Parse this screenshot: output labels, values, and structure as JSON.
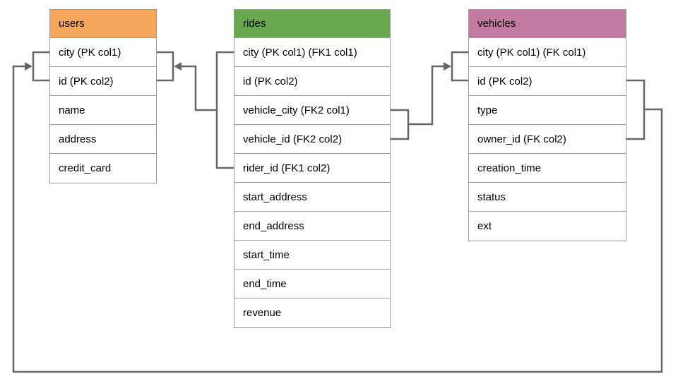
{
  "diagram": {
    "background_color": "#ffffff",
    "line_color": "#666666",
    "cell_border_color": "#999999",
    "text_color": "#000000",
    "tables": [
      {
        "name": "users",
        "header_color": "#f4a75d",
        "columns": [
          "city (PK col1)",
          "id (PK col2)",
          "name",
          "address",
          "credit_card"
        ]
      },
      {
        "name": "rides",
        "header_color": "#6aa84f",
        "columns": [
          "city (PK col1) (FK1 col1)",
          "id (PK col2)",
          "vehicle_city (FK2 col1)",
          "vehicle_id (FK2 col2)",
          "rider_id (FK1 col2)",
          "start_address",
          "end_address",
          "start_time",
          "end_time",
          "revenue"
        ]
      },
      {
        "name": "vehicles",
        "header_color": "#c27ba0",
        "columns": [
          "city (PK col1) (FK col1)",
          "id (PK col2)",
          "type",
          "owner_id (FK col2)",
          "creation_time",
          "status",
          "ext"
        ]
      }
    ],
    "relationships": [
      {
        "name": "FK1",
        "from_table": "rides",
        "from_rows": [
          "city (PK col1) (FK1 col1)",
          "rider_id (FK1 col2)"
        ],
        "to_table": "users",
        "to_rows": [
          "city (PK col1)",
          "id (PK col2)"
        ],
        "arrow_direction": "into users"
      },
      {
        "name": "FK2",
        "from_table": "rides",
        "from_rows": [
          "vehicle_city (FK2 col1)",
          "vehicle_id (FK2 col2)"
        ],
        "to_table": "vehicles",
        "to_rows": [
          "city (PK col1) (FK col1)",
          "id (PK col2)"
        ],
        "arrow_direction": "into vehicles"
      },
      {
        "name": "FK",
        "from_table": "vehicles",
        "from_rows": [
          "id (PK col2)",
          "owner_id (FK col2)"
        ],
        "to_table": "users",
        "to_rows": [
          "city (PK col1)",
          "id (PK col2)"
        ],
        "arrow_direction": "into users"
      }
    ]
  }
}
